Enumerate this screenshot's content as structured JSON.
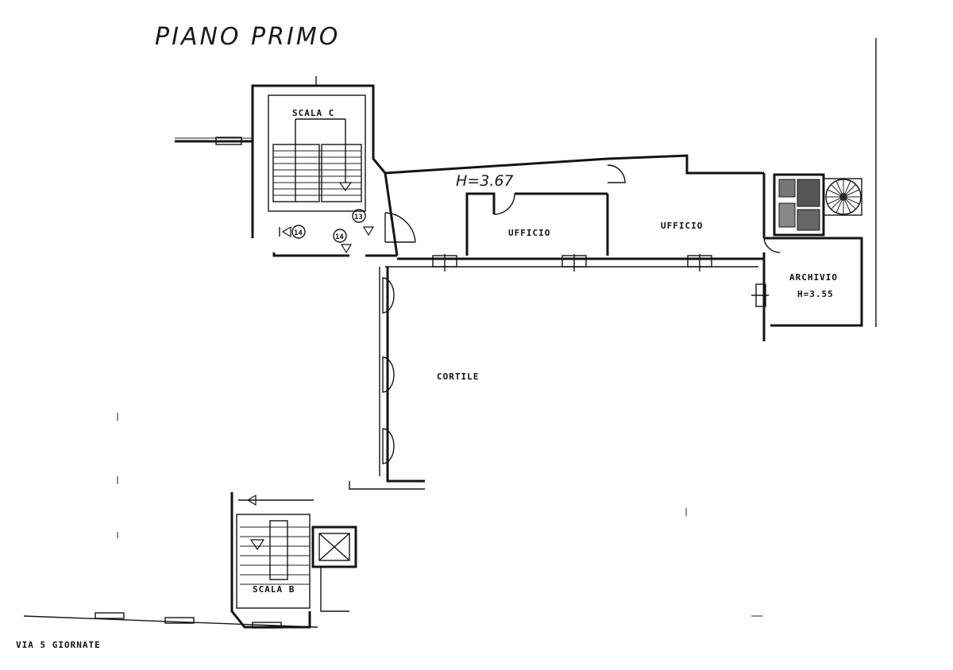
{
  "title": "PIANO PRIMO",
  "rooms": {
    "scala_c": "SCALA C",
    "ufficio_1": "UFFICIO",
    "ufficio_2": "UFFICIO",
    "archivio": "ARCHIVIO",
    "cortile": "CORTILE",
    "scala_b": "SCALA B"
  },
  "heights": {
    "offices": "H=3.67",
    "archivio": "H=3.55"
  },
  "markers": [
    "14",
    "14",
    "13"
  ],
  "street": "VIA 5 GIORNATE"
}
